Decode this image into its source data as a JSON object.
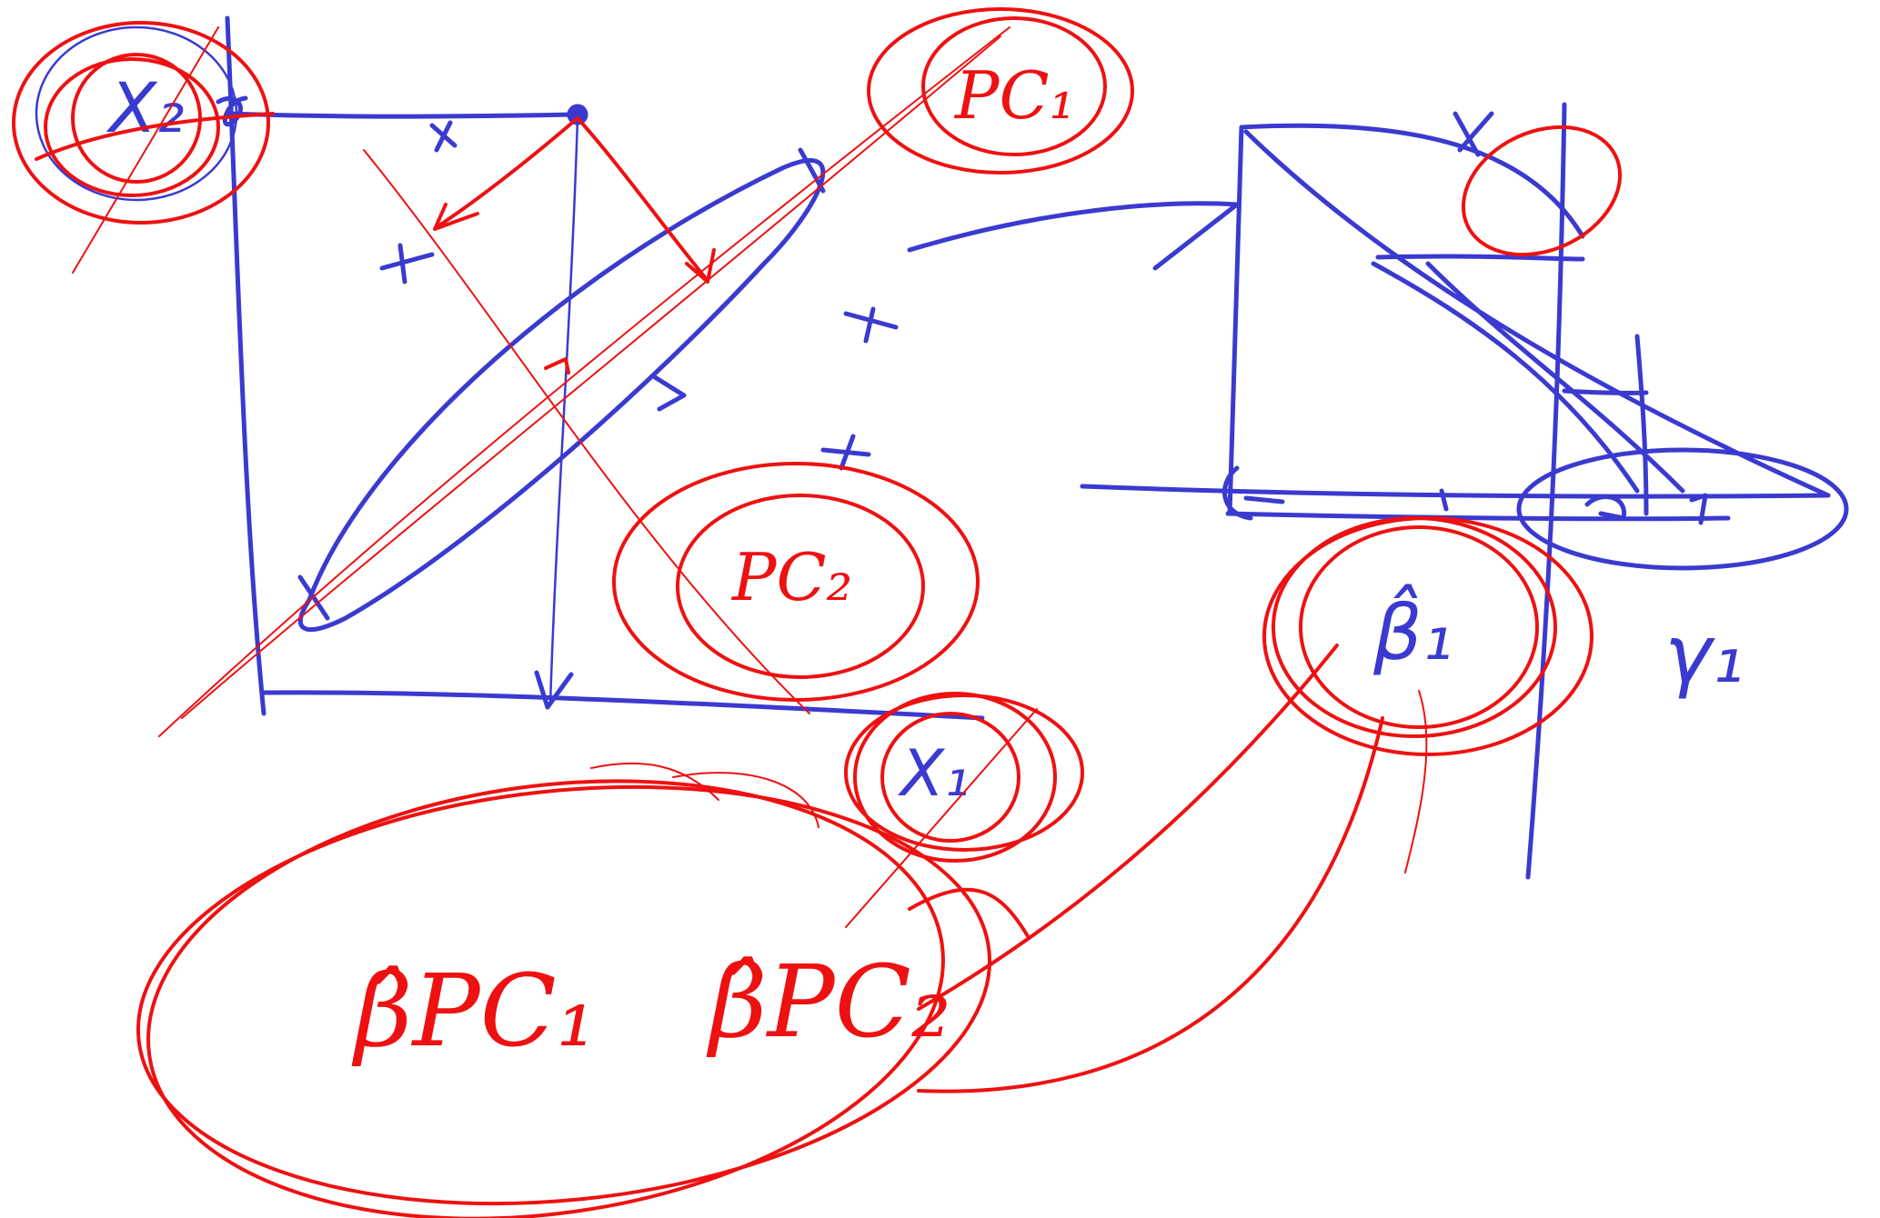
{
  "colors": {
    "ink_blue": "#3a3ad0",
    "ink_red": "#ee1111",
    "background": "#ffffff"
  },
  "labels": {
    "x2": "X₂",
    "x1": "X₁",
    "pc1": "PC₁",
    "pc2": "PC₂",
    "beta_hat_1": "β̂₁",
    "gamma_1": "γ₁",
    "beta_hat_pc1": "β̂PC₁",
    "beta_hat_pc2": "β̂PC₂"
  }
}
